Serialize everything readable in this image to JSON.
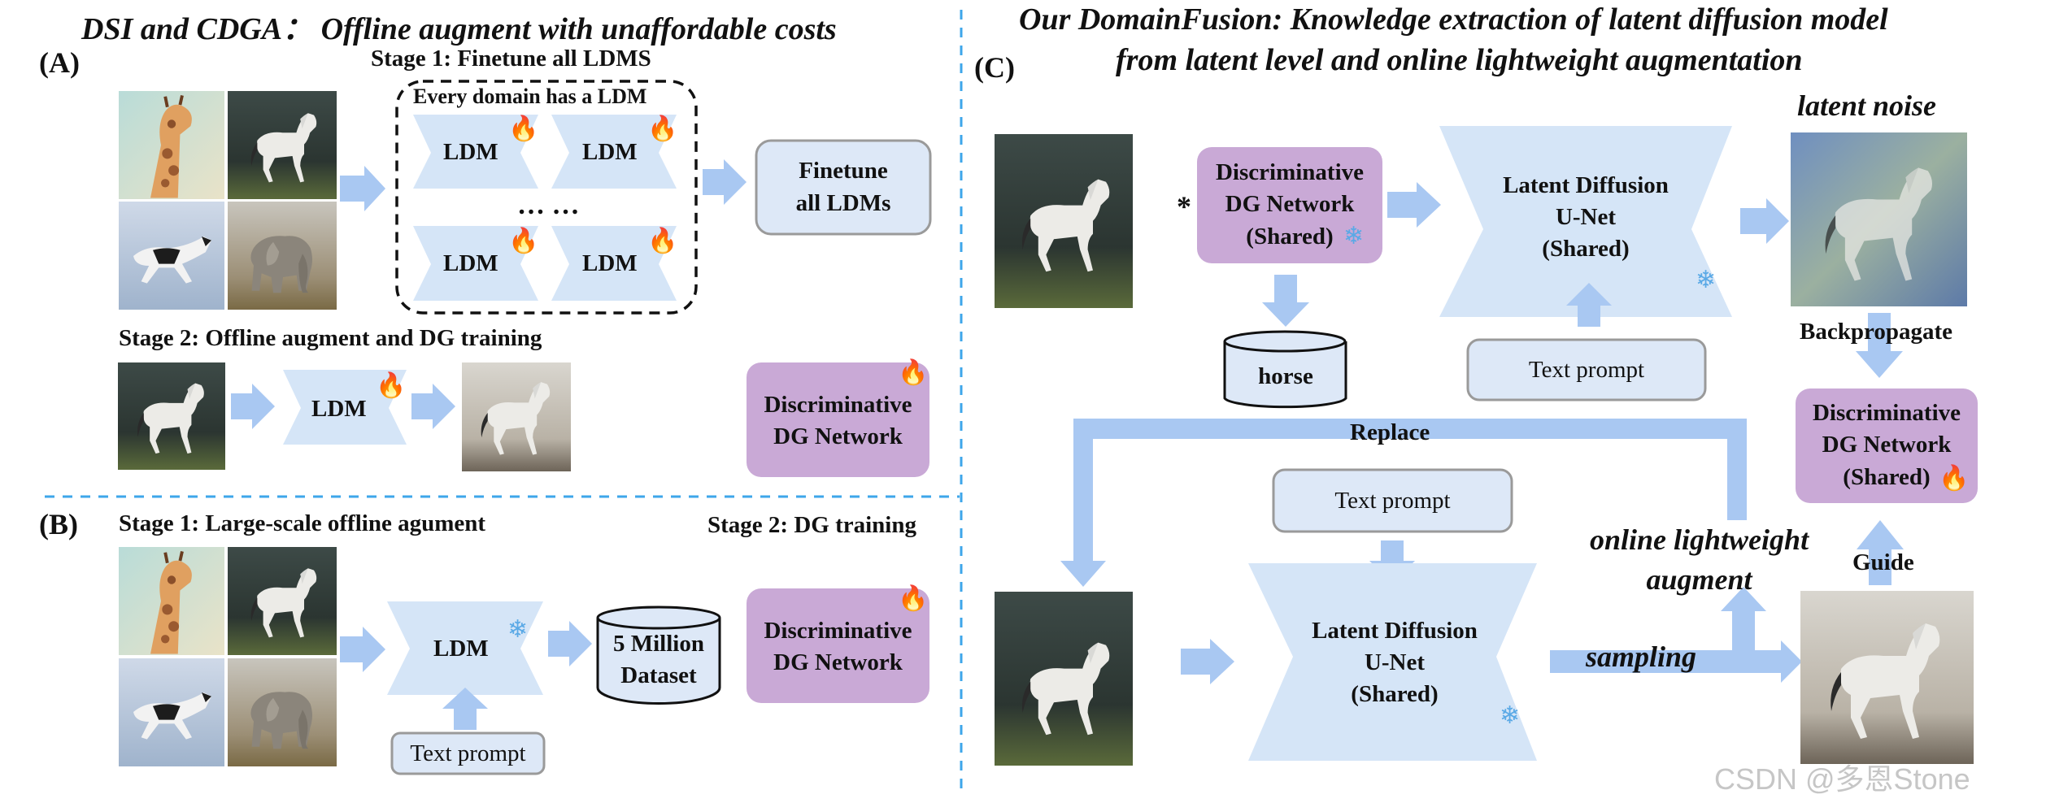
{
  "header": {
    "left_title": "DSI and CDGA： Offline augment with unaffordable costs",
    "right_title_line1": "Our DomainFusion: Knowledge extraction of latent diffusion model",
    "right_title_line2": "from latent level and online lightweight augmentation"
  },
  "panel_a": {
    "label": "(A)",
    "stage1": "Stage 1: Finetune all LDMS",
    "every_domain": "Every domain has a LDM",
    "ldm": "LDM",
    "dots": "… …",
    "finetune_line1": "Finetune",
    "finetune_line2": "all LDMs",
    "stage2": "Stage 2: Offline augment and DG training",
    "disc_line1": "Discriminative",
    "disc_line2": "DG Network"
  },
  "panel_b": {
    "label": "(B)",
    "stage1": "Stage 1: Large-scale offline agument",
    "stage2": "Stage 2: DG training",
    "ldm": "LDM",
    "dataset_line1": "5 Million",
    "dataset_line2": "Dataset",
    "text_prompt": "Text prompt",
    "disc_line1": "Discriminative",
    "disc_line2": "DG Network"
  },
  "panel_c": {
    "label": "(C)",
    "asterisk": "*",
    "disc_shared_line1": "Discriminative",
    "disc_shared_line2": "DG Network",
    "disc_shared_line3": "(Shared)",
    "unet_line1": "Latent Diffusion",
    "unet_line2": "U-Net",
    "unet_line3": "(Shared)",
    "latent_noise": "latent noise",
    "horse": "horse",
    "text_prompt": "Text prompt",
    "backpropagate": "Backpropagate",
    "replace": "Replace",
    "online_line1": "online lightweight",
    "online_line2": "augment",
    "sampling": "sampling",
    "guide": "Guide"
  },
  "watermark": "CSDN @多恩Stone",
  "icons": {
    "fire": "fire-icon",
    "snowflake": "snowflake-icon"
  },
  "colors": {
    "arrow": "#a9c8f2",
    "ldm_shape": "#d5e5f7",
    "box_fill": "#dde8f7",
    "box_border": "#9a9a9a",
    "disc_fill": "#c9a9d6",
    "divider": "#3ea6ea"
  }
}
